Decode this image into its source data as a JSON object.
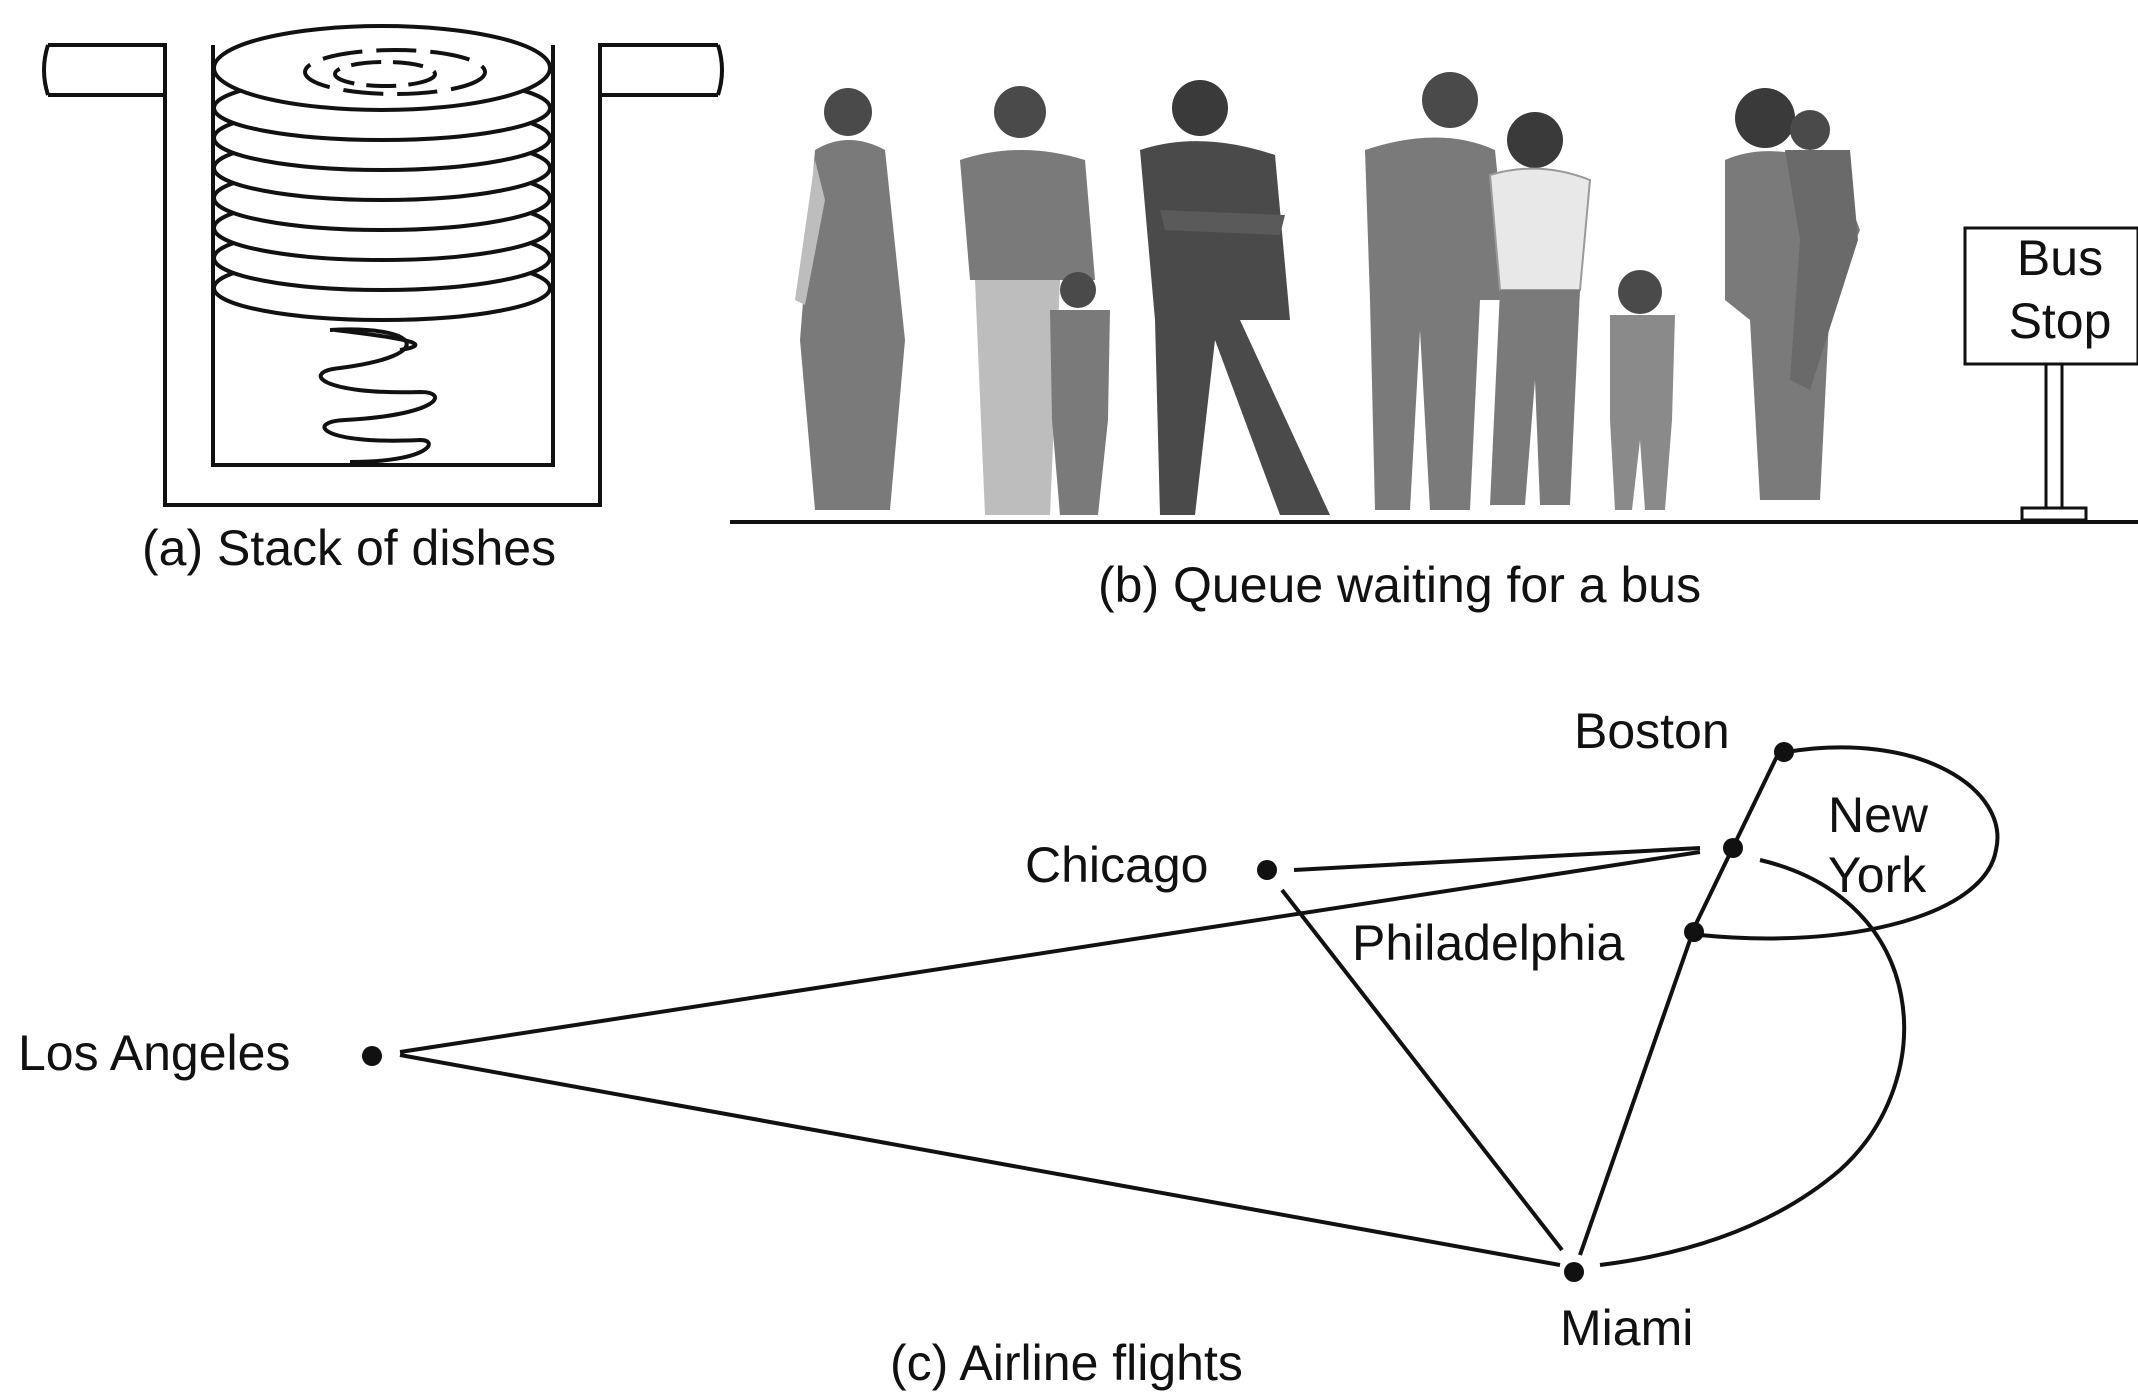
{
  "panels": {
    "a": {
      "caption": "(a) Stack of dishes"
    },
    "b": {
      "caption": "(b) Queue waiting for a bus",
      "sign_line1": "Bus",
      "sign_line2": "Stop"
    },
    "c": {
      "caption": "(c) Airline flights"
    }
  },
  "cities": {
    "boston": "Boston",
    "new_york_line1": "New",
    "new_york_line2": "York",
    "chicago": "Chicago",
    "philadelphia": "Philadelphia",
    "los_angeles": "Los Angeles",
    "miami": "Miami"
  },
  "colors": {
    "ink": "#111111",
    "figure_gray": "#7a7a7a",
    "figure_dark": "#4a4a4a",
    "figure_light": "#bdbdbd"
  }
}
